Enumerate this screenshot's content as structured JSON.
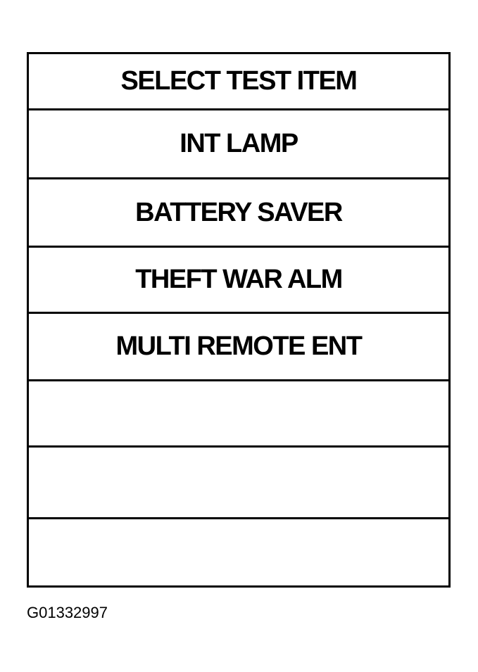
{
  "menu": {
    "header": "SELECT TEST ITEM",
    "items": [
      "INT LAMP",
      "BATTERY SAVER",
      "THEFT WAR ALM",
      "MULTI REMOTE ENT",
      "",
      "",
      ""
    ]
  },
  "figure_id": "G01332997"
}
